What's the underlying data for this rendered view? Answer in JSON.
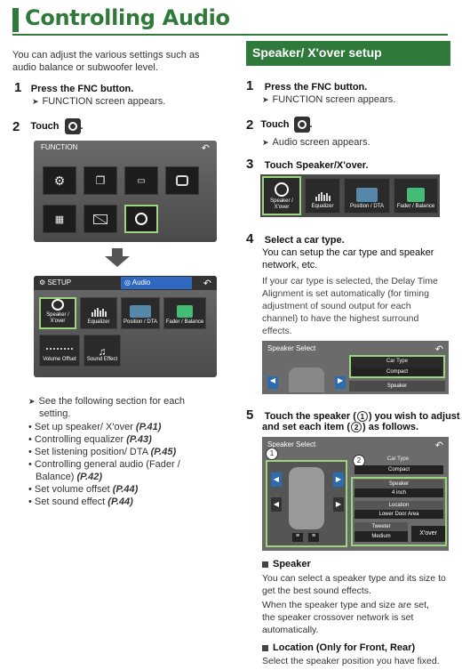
{
  "title": "Controlling Audio",
  "intro": [
    "You can adjust the various settings such as",
    "audio balance or subwoofer level."
  ],
  "left": {
    "step1": {
      "num": "1",
      "pre": "Press the ",
      "key": "FNC",
      "post": " button.",
      "sub": "FUNCTION screen appears."
    },
    "step2": {
      "num": "2",
      "text": "Touch",
      "dot": "."
    },
    "function_screen": {
      "title": "FUNCTION",
      "back": "↶"
    },
    "audio_screen": {
      "setup_tab": "SETUP",
      "audio_tab": "Audio",
      "back": "↶",
      "tiles": [
        "Speaker / X'over",
        "Equalizer",
        "Position / DTA",
        "Fader / Balance",
        "Volume Offset",
        "Sound Effect"
      ]
    },
    "see_following": [
      "See the following section for each",
      "setting."
    ],
    "bullets": [
      {
        "text": "Set up speaker/ X'over ",
        "ref": "(P.41)"
      },
      {
        "text": "Controlling equalizer ",
        "ref": "(P.43)"
      },
      {
        "text": "Set listening position/ DTA ",
        "ref": "(P.45)"
      },
      {
        "text": "Controlling general audio (Fader /",
        "ref": ""
      },
      {
        "text": "Balance) ",
        "ref": "(P.42)"
      },
      {
        "text": "Set volume offset ",
        "ref": "(P.44)"
      },
      {
        "text": "Set sound effect ",
        "ref": "(P.44)"
      }
    ]
  },
  "right": {
    "header": "Speaker/ X'over setup",
    "step1": {
      "num": "1",
      "pre": "Press the ",
      "key": "FNC",
      "post": " button.",
      "sub": "FUNCTION screen appears."
    },
    "step2": {
      "num": "2",
      "text": "Touch",
      "dot": ".",
      "sub": "Audio screen appears."
    },
    "step3": {
      "num": "3",
      "pre": "Touch ",
      "key": "Speaker/X'over",
      "post": "."
    },
    "strip_tiles": [
      "Speaker / X'over",
      "Equalizer",
      "Position / DTA",
      "Fader / Balance"
    ],
    "step4": {
      "num": "4",
      "title": "Select a car type.",
      "line2": "You can setup the car type and speaker",
      "line3": "network, etc.",
      "para": [
        "If your car type is selected, the Delay Time",
        "Alignment is set automatically (for timing",
        "adjustment of sound output for each",
        "channel) to have the highest surround",
        "effects."
      ]
    },
    "speaker_select_small": {
      "title": "Speaker Select",
      "car_type": "Car Type",
      "compact": "Compact",
      "speaker": "Speaker",
      "back": "↶"
    },
    "step5": {
      "num": "5",
      "l1a": "Touch the speaker (",
      "c1": "1",
      "l1b": ") you wish to adjust",
      "l2a": "and set each item (",
      "c2": "2",
      "l2b": ") as follows."
    },
    "speaker_select_big": {
      "title": "Speaker Select",
      "back": "↶",
      "car_type": "Car Type",
      "compact": "Compact",
      "speaker": "Speaker",
      "size": "4 inch",
      "location": "Location",
      "location_val": "Lower Door Area",
      "tweeter": "Tweeter",
      "tweeter_val": "Medium",
      "xover": "X'over",
      "n1": "1",
      "n2": "2"
    },
    "speaker_section": {
      "heading": "Speaker",
      "p1": [
        "You can select a speaker type and its size to",
        "get the best sound effects."
      ],
      "p2": [
        "When the speaker type and size are set,",
        "the speaker crossover network is set",
        "automatically."
      ]
    },
    "location_section": {
      "heading": "Location (Only for Front, Rear)",
      "p1": "Select the speaker position you have fixed."
    }
  }
}
